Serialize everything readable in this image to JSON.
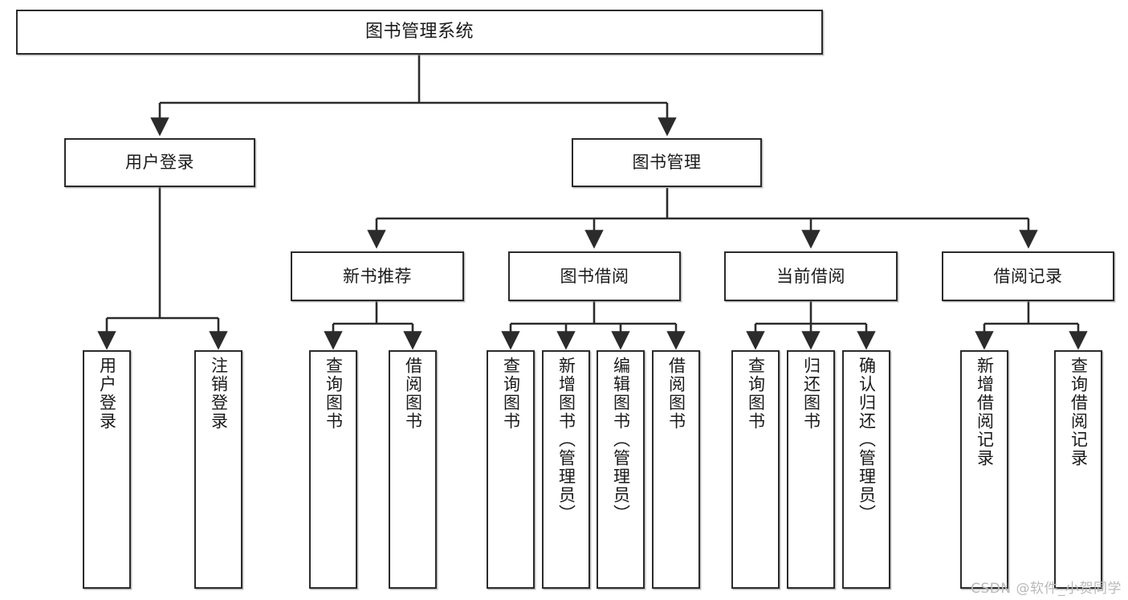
{
  "diagram": {
    "title": "图书管理系统",
    "watermark": "CSDN @软件_小贺同学",
    "colors": {
      "stroke": "#2b2b2b",
      "fill": "#ffffff",
      "text": "#1a1a1a",
      "watermark": "#b9b9b9"
    },
    "nodes": {
      "root": {
        "label": "图书管理系统"
      },
      "tier1": [
        {
          "id": "user-login",
          "label": "用户登录"
        },
        {
          "id": "book-manage",
          "label": "图书管理"
        }
      ],
      "tier2": [
        {
          "id": "new-book-recommend",
          "label": "新书推荐"
        },
        {
          "id": "book-borrow",
          "label": "图书借阅"
        },
        {
          "id": "current-borrow",
          "label": "当前借阅"
        },
        {
          "id": "borrow-record",
          "label": "借阅记录"
        }
      ],
      "leaves": {
        "user-login": [
          {
            "id": "leaf-user-login",
            "label": "用户登录"
          },
          {
            "id": "leaf-logout-login",
            "label": "注销登录"
          }
        ],
        "new-book-recommend": [
          {
            "id": "leaf-query-book-1",
            "label": "查询图书"
          },
          {
            "id": "leaf-borrow-book-1",
            "label": "借阅图书"
          }
        ],
        "book-borrow": [
          {
            "id": "leaf-query-book-2",
            "label": "查询图书"
          },
          {
            "id": "leaf-add-book",
            "label": "新增图书（管理员）"
          },
          {
            "id": "leaf-edit-book",
            "label": "编辑图书（管理员）"
          },
          {
            "id": "leaf-borrow-book-2",
            "label": "借阅图书"
          }
        ],
        "current-borrow": [
          {
            "id": "leaf-query-book-3",
            "label": "查询图书"
          },
          {
            "id": "leaf-return-book",
            "label": "归还图书"
          },
          {
            "id": "leaf-confirm-return",
            "label": "确认归还（管理员）"
          }
        ],
        "borrow-record": [
          {
            "id": "leaf-add-record",
            "label": "新增借阅记录"
          },
          {
            "id": "leaf-query-record",
            "label": "查询借阅记录"
          }
        ]
      }
    }
  }
}
